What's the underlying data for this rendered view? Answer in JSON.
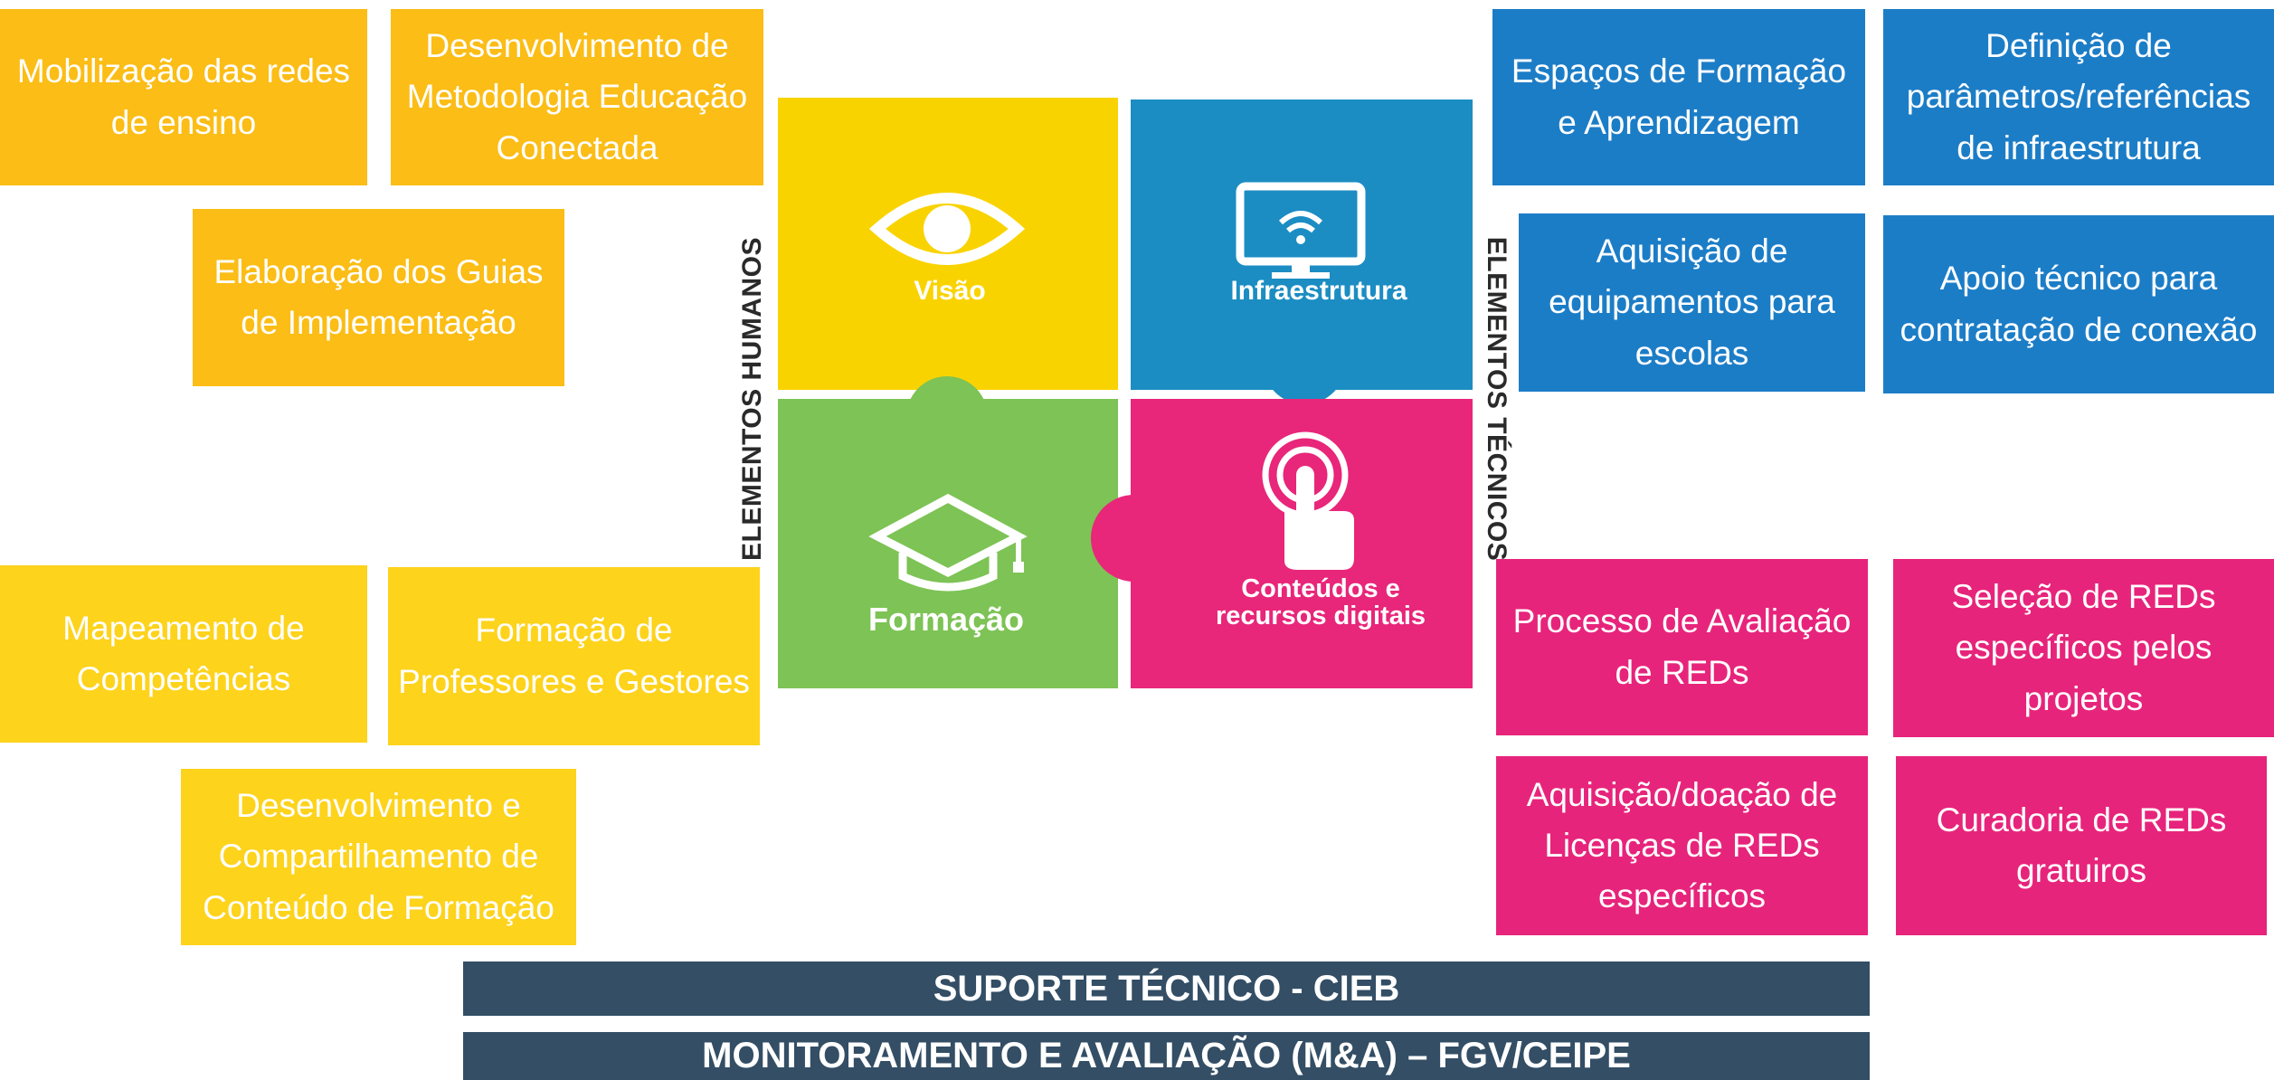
{
  "left_boxes": [
    "Mobilização das redes de ensino",
    "Desenvolvimento de Metodologia Educação Conectada",
    "Elaboração dos Guias de Implementação",
    "Mapeamento de Competências",
    "Formação de Professores e Gestores",
    "Desenvolvimento e Compartilhamento de Conteúdo de Formação"
  ],
  "right_boxes": [
    "Espaços de Formação e Aprendizagem",
    "Definição de parâmetros/referências de infraestrutura",
    "Aquisição de equipamentos para escolas",
    "Apoio técnico para contratação de conexão",
    "Processo de Avaliação de REDs",
    "Seleção de REDs específicos pelos projetos",
    "Aquisição/doação de Licenças de REDs específicos",
    "Curadoria de REDs gratuiros"
  ],
  "side_labels": {
    "left": "ELEMENTOS HUMANOS",
    "right": "ELEMENTOS TÉCNICOS"
  },
  "puzzle": {
    "pieces": {
      "visao": "Visão",
      "infra": "Infraestrutura",
      "formacao": "Formação",
      "conteudos_line1": "Conteúdos e",
      "conteudos_line2": "recursos digitais"
    },
    "icons": [
      "eye-icon",
      "monitor-wifi-icon",
      "graduation-cap-icon",
      "touch-hand-icon"
    ],
    "colors": {
      "yellow": "#f9d300",
      "blue": "#1b8dc3",
      "green": "#7dc355",
      "pink": "#e8267a"
    }
  },
  "bars": {
    "support": "SUPORTE TÉCNICO - CIEB",
    "monitoring": "MONITORAMENTO E AVALIAÇÃO (M&A) – FGV/CEIPE"
  },
  "colors": {
    "yellow_dark": "#fbbd16",
    "yellow_light": "#fdd31c",
    "blue": "#1c7dc7",
    "pink": "#e7247b",
    "bar": "#334e65"
  }
}
